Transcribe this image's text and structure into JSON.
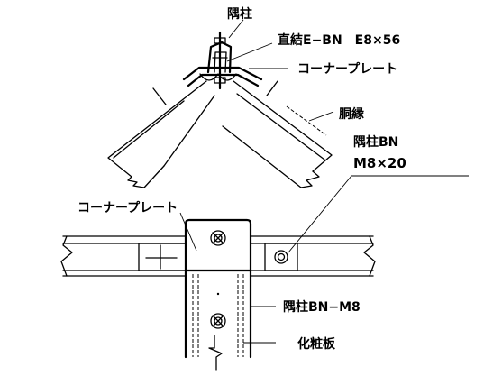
{
  "labels": {
    "corner_post": "隅柱",
    "direct_bolt": "直結E−BN　E8×56",
    "corner_plate_top": "コーナープレート",
    "furring": "胴縁",
    "corner_bolt_line1": "隅柱BN",
    "corner_bolt_line2": "M8×20",
    "corner_plate_left": "コーナープレート",
    "corner_bolt_m8": "隅柱BN−M8",
    "decorative_panel": "化粧板"
  }
}
